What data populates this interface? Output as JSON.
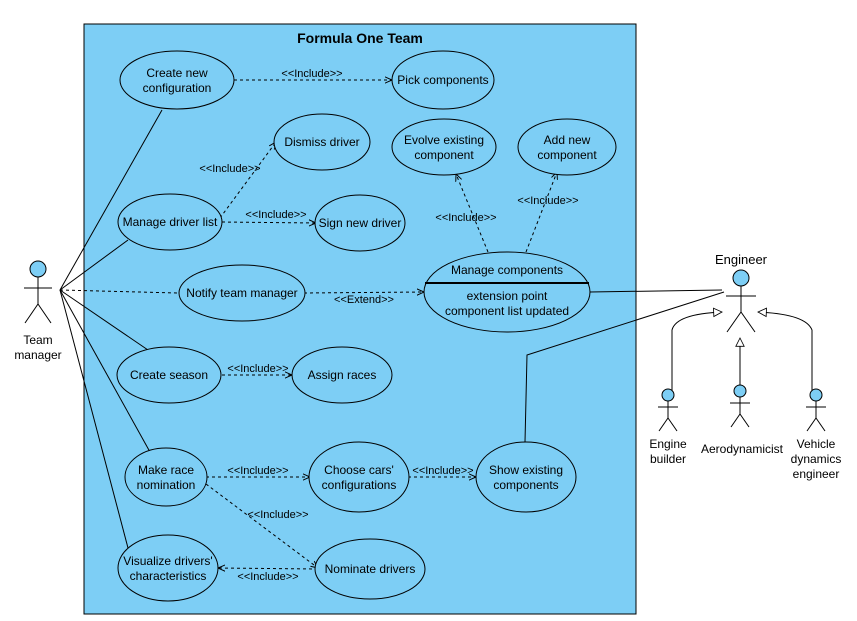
{
  "system": {
    "title": "Formula One Team"
  },
  "actors": {
    "team_manager": {
      "line1": "Team",
      "line2": "manager"
    },
    "engineer": {
      "label": "Engineer"
    },
    "engine_builder": {
      "line1": "Engine",
      "line2": "builder"
    },
    "aerodynamicist": {
      "label": "Aerodynamicist"
    },
    "vehicle_dynamics_engineer": {
      "line1": "Vehicle",
      "line2": "dynamics",
      "line3": "engineer"
    }
  },
  "use_cases": {
    "create_new_configuration": {
      "line1": "Create new",
      "line2": "configuration"
    },
    "pick_components": {
      "label": "Pick components"
    },
    "dismiss_driver": {
      "label": "Dismiss driver"
    },
    "evolve_existing_component": {
      "line1": "Evolve existing",
      "line2": "component"
    },
    "add_new_component": {
      "line1": "Add new",
      "line2": "component"
    },
    "manage_driver_list": {
      "label": "Manage driver list"
    },
    "sign_new_driver": {
      "label": "Sign new driver"
    },
    "notify_team_manager": {
      "label": "Notify team manager"
    },
    "manage_components": {
      "label": "Manage components",
      "ext_line1": "extension point",
      "ext_line2": "component list updated"
    },
    "create_season": {
      "label": "Create season"
    },
    "assign_races": {
      "label": "Assign races"
    },
    "make_race_nomination": {
      "line1": "Make race",
      "line2": "nomination"
    },
    "choose_cars_configurations": {
      "line1": "Choose cars'",
      "line2": "configurations"
    },
    "show_existing_components": {
      "line1": "Show existing",
      "line2": "components"
    },
    "visualize_drivers_characteristics": {
      "line1": "Visualize drivers'",
      "line2": "characteristics"
    },
    "nominate_drivers": {
      "label": "Nominate drivers"
    }
  },
  "relations": {
    "include": "<<Include>>",
    "extend": "<<Extend>>"
  },
  "colors": {
    "system_fill": "#7dcef5",
    "use_case_fill": "#7dcef5",
    "stroke": "#000000"
  }
}
